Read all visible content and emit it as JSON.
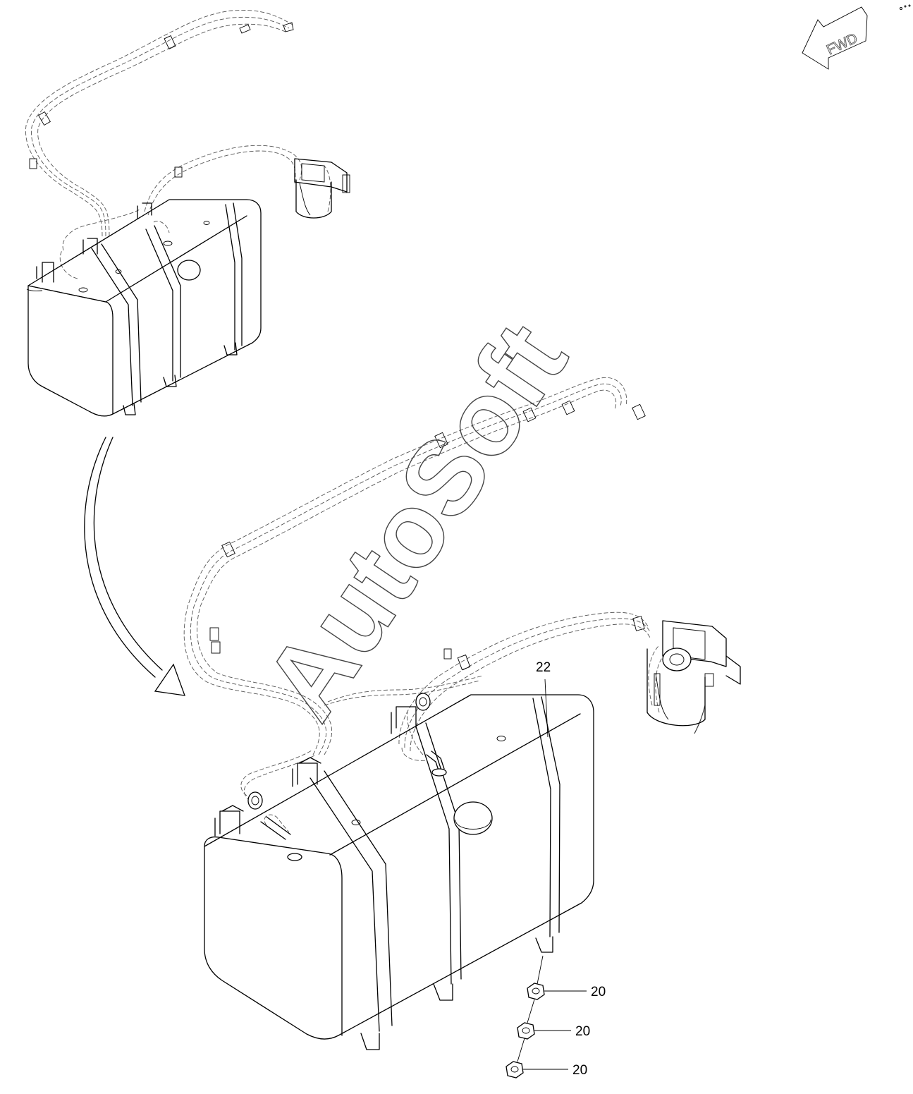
{
  "callouts": [
    {
      "id": "tank",
      "label": "22"
    },
    {
      "id": "nut-1",
      "label": "20"
    },
    {
      "id": "nut-2",
      "label": "20"
    },
    {
      "id": "nut-3",
      "label": "20"
    }
  ],
  "direction_indicator": {
    "label": "FWD",
    "icon": "arrow-icon"
  },
  "watermark": {
    "text": "AutoSoft"
  },
  "colors": {
    "line": "#000000",
    "background": "#ffffff",
    "watermark": "#444444"
  }
}
